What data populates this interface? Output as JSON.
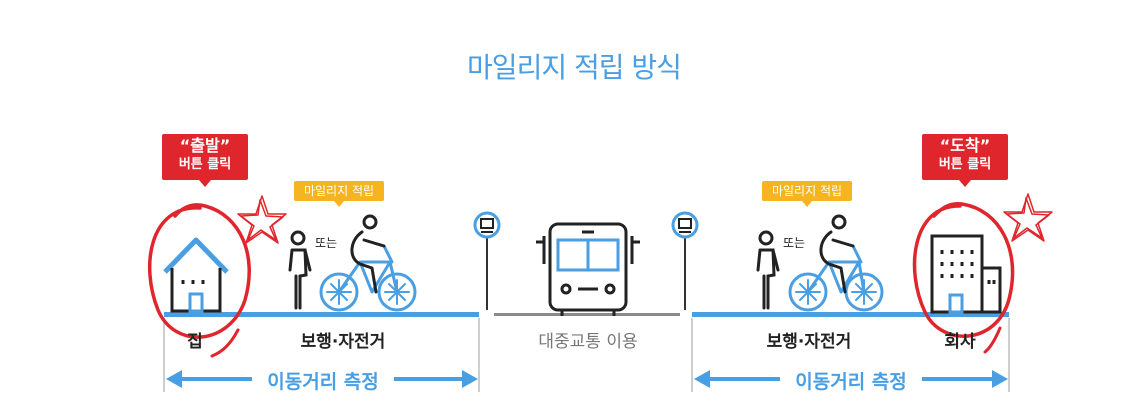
{
  "title": "마일리지 적립 방식",
  "callouts": {
    "start": {
      "line1": "“출발”",
      "line2": "버튼 클릭"
    },
    "arrive": {
      "line1": "“도착”",
      "line2": "버튼 클릭"
    }
  },
  "badges": {
    "left": "마일리지 적립",
    "right": "마일리지 적립"
  },
  "or_text": {
    "left": "또는",
    "right": "또는"
  },
  "labels": {
    "home": "집",
    "walk_bike_left": "보행·자전거",
    "transit": "대중교통 이용",
    "walk_bike_right": "보행·자전거",
    "office": "회사"
  },
  "measure": {
    "left": "이동거리 측정",
    "right": "이동거리 측정"
  },
  "icons": [
    "house-icon",
    "pedestrian-icon",
    "cyclist-icon",
    "bus-stop-icon",
    "bus-icon",
    "office-building-icon"
  ],
  "colors": {
    "accent": "#4a9ee2",
    "callout": "#e0262d",
    "badge": "#f6b421",
    "road_grey": "#8a8a8a"
  }
}
